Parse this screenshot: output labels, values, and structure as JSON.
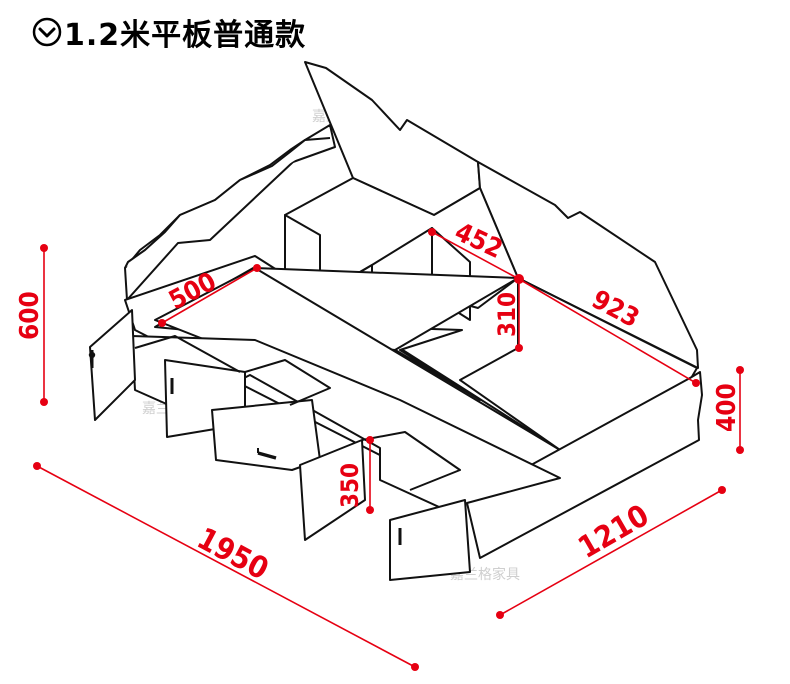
{
  "title": "1.2米平板普通款",
  "watermark": "嘉兰格家具",
  "accent_color": "#e60012",
  "dimensions": {
    "length": "1950",
    "width": "1210",
    "headboard_height": "600",
    "side_height": "400",
    "drawer_height": "350",
    "top_compartment_width": "500",
    "cabinet_width": "452",
    "storage_length": "923",
    "cabinet_height": "310"
  }
}
